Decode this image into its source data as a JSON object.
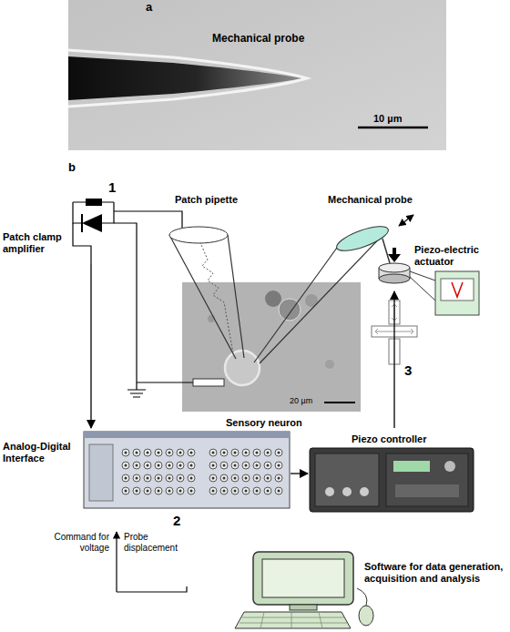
{
  "diagram": {
    "nodes": [
      {
        "text": [
          "Patch clamp amplifier"
        ]
      },
      {
        "text": [
          "Patch pipette"
        ]
      },
      {
        "text": [
          "Mechanical probe"
        ]
      },
      {
        "text": [
          "Piezo-electric actuator"
        ]
      },
      {
        "text": [
          "Sensory neuron"
        ]
      },
      {
        "text": [
          "Analog-Digital Interface"
        ]
      },
      {
        "text": [
          "Piezo controller"
        ]
      },
      {
        "text": [
          "Software for data generation, acquisition and analysis"
        ]
      }
    ],
    "edges": [
      {
        "from": 0,
        "to": 5,
        "arrow": "to"
      },
      {
        "from": 5,
        "to": 6,
        "arrow": "to"
      },
      {
        "from": 6,
        "to": 3,
        "arrow": "to"
      }
    ],
    "labels": [
      "a",
      "Mechanical probe",
      "10 µm",
      "b",
      "1",
      "20 µm",
      "2",
      "3",
      "Command for voltage",
      "Probe displacement"
    ]
  }
}
